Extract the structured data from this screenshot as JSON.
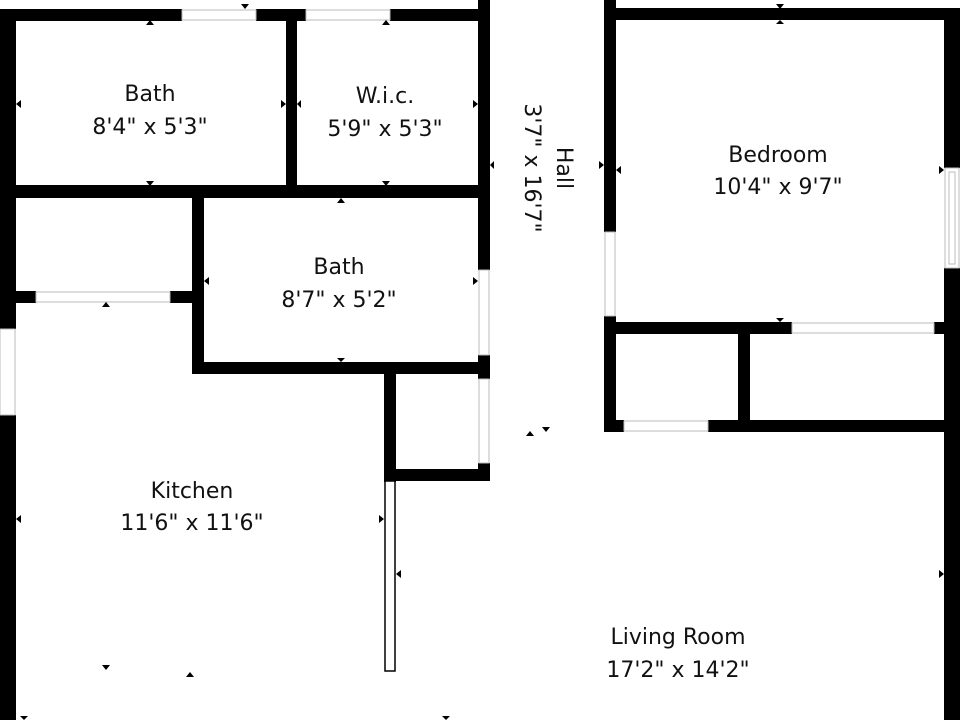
{
  "rooms": [
    {
      "id": "bath-top",
      "name": "Bath",
      "dimensions": "8'4\" x 5'3\""
    },
    {
      "id": "wic",
      "name": "W.i.c.",
      "dimensions": "5'9\" x 5'3\""
    },
    {
      "id": "bedroom",
      "name": "Bedroom",
      "dimensions": "10'4\" x 9'7\""
    },
    {
      "id": "hall",
      "name": "Hall",
      "dimensions": "3'7\" x 16'7\""
    },
    {
      "id": "bath-middle",
      "name": "Bath",
      "dimensions": "8'7\" x 5'2\""
    },
    {
      "id": "kitchen",
      "name": "Kitchen",
      "dimensions": "11'6\" x 11'6\""
    },
    {
      "id": "living-room",
      "name": "Living Room",
      "dimensions": "17'2\" x 14'2\""
    }
  ],
  "colors": {
    "wall": "#000000",
    "background": "#ffffff",
    "opening": "#e6e6e6"
  }
}
